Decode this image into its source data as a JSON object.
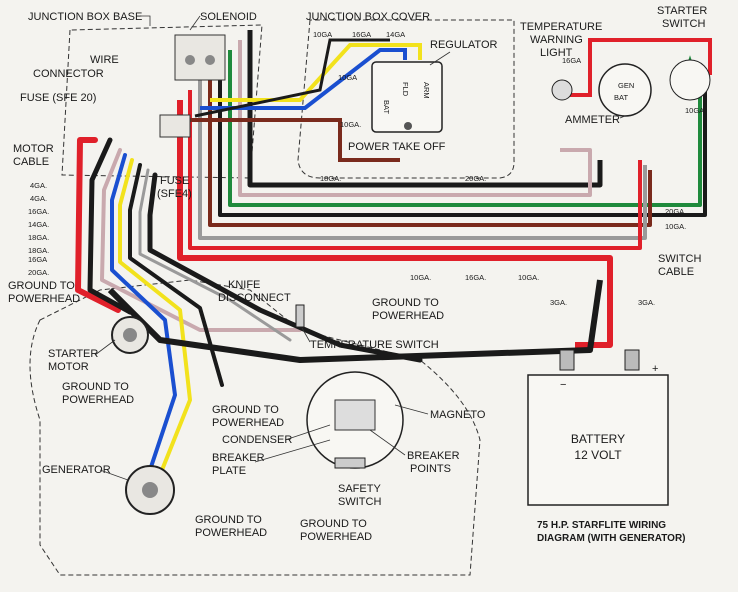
{
  "labels": {
    "junction_box_base": "JUNCTION BOX BASE",
    "solenoid": "SOLENOID",
    "junction_box_cover": "JUNCTION BOX COVER",
    "temperature_warning_1": "TEMPERATURE",
    "temperature_warning_2": "WARNING",
    "temperature_warning_3": "LIGHT",
    "starter_switch_1": "STARTER",
    "starter_switch_2": "SWITCH",
    "wire_connector_1": "WIRE",
    "wire_connector_2": "CONNECTOR",
    "fuse_sfe20": "FUSE (SFE 20)",
    "regulator": "REGULATOR",
    "ammeter": "AMMETER",
    "motor_cable_1": "MOTOR",
    "motor_cable_2": "CABLE",
    "fuse_sfe4_1": "FUSE",
    "fuse_sfe4_2": "(SFE4)",
    "power_take_off": "POWER TAKE OFF",
    "switch_cable_1": "SWITCH",
    "switch_cable_2": "CABLE",
    "ground_to_powerhead_left_1": "GROUND TO",
    "ground_to_powerhead_left_2": "POWERHEAD",
    "knife_disconnect_1": "KNIFE",
    "knife_disconnect_2": "DISCONNECT",
    "ground_to_powerhead_top_1": "GROUND TO",
    "ground_to_powerhead_top_2": "POWERHEAD",
    "temperature_switch": "TEMPERATURE SWITCH",
    "starter_motor_1": "STARTER",
    "starter_motor_2": "MOTOR",
    "ground_to_powerhead_sm_1": "GROUND TO",
    "ground_to_powerhead_sm_2": "POWERHEAD",
    "ground_to_powerhead_mid_1": "GROUND TO",
    "ground_to_powerhead_mid_2": "POWERHEAD",
    "magneto": "MAGNETO",
    "condenser": "CONDENSER",
    "breaker_plate_1": "BREAKER",
    "breaker_plate_2": "PLATE",
    "breaker_points_1": "BREAKER",
    "breaker_points_2": "POINTS",
    "generator": "GENERATOR",
    "safety_switch_1": "SAFETY",
    "safety_switch_2": "SWITCH",
    "ground_to_powerhead_gen_1": "GROUND TO",
    "ground_to_powerhead_gen_2": "POWERHEAD",
    "ground_to_powerhead_bot_1": "GROUND TO",
    "ground_to_powerhead_bot_2": "POWERHEAD",
    "battery_1": "BATTERY",
    "battery_2": "12 VOLT",
    "caption_1": "75 H.P. STARFLITE WIRING",
    "caption_2": "DIAGRAM (WITH GENERATOR)"
  },
  "regulator_terminals": {
    "bat": "BAT",
    "fld": "FLD",
    "arm": "ARM"
  },
  "ammeter_terminals": {
    "gen": "GEN",
    "bat": "BAT"
  },
  "battery_terminals": {
    "neg": "−",
    "pos": "+"
  },
  "gauges": {
    "cover_10a": "10GA",
    "cover_16a": "16GA",
    "cover_14a": "14GA",
    "reg_10a": "10GA",
    "reg_10b": "10GA.",
    "light_16": "16GA",
    "starter_10": "10GA.",
    "cable_18": "18GA.",
    "cable_20": "20GA.",
    "motor_4a": "4GA.",
    "motor_4b": "4GA.",
    "motor_16a": "16GA.",
    "motor_14": "14GA.",
    "motor_18a": "18GA.",
    "motor_18b": "18GA.",
    "motor_16b": "16GA",
    "motor_20": "20GA.",
    "switch_20": "20GA.",
    "switch_10": "10GA.",
    "bottom_10": "10GA.",
    "bottom_16": "16GA.",
    "bottom_10b": "10GA.",
    "batt_3a": "3GA.",
    "batt_3b": "3GA."
  },
  "colors": {
    "red": "#e0202a",
    "yellow": "#f2e21c",
    "blue": "#1a4fd0",
    "green": "#1f8a3c",
    "black": "#1a1a1a",
    "pink": "#c9a9ae",
    "brown": "#7a2a1c",
    "gray": "#9a9a9a",
    "background": "#f4f3ef"
  }
}
